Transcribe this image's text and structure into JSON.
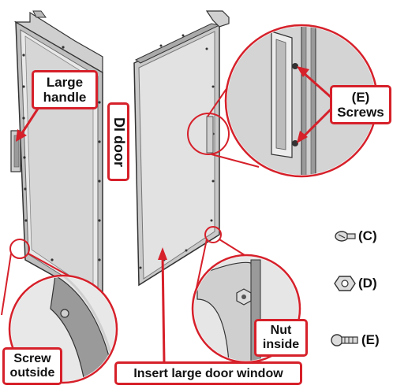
{
  "callouts": {
    "large_handle": [
      "Large",
      "handle"
    ],
    "dl_door": "DI door",
    "screws": [
      "(E)",
      "Screws"
    ],
    "screw_outside": [
      "Screw",
      "outside"
    ],
    "nut_inside": [
      "Nut",
      "inside"
    ],
    "insert_window": "Insert large door window"
  },
  "parts": [
    {
      "label": "(C)",
      "icon": "round-head-screw-icon"
    },
    {
      "label": "(D)",
      "icon": "hex-nut-icon"
    },
    {
      "label": "(E)",
      "icon": "long-screw-icon"
    }
  ],
  "colors": {
    "accent_red": "#d6202a",
    "panel_gray": "#d9d9d9",
    "frame_gray": "#9a9a9a",
    "outline": "#333333"
  }
}
